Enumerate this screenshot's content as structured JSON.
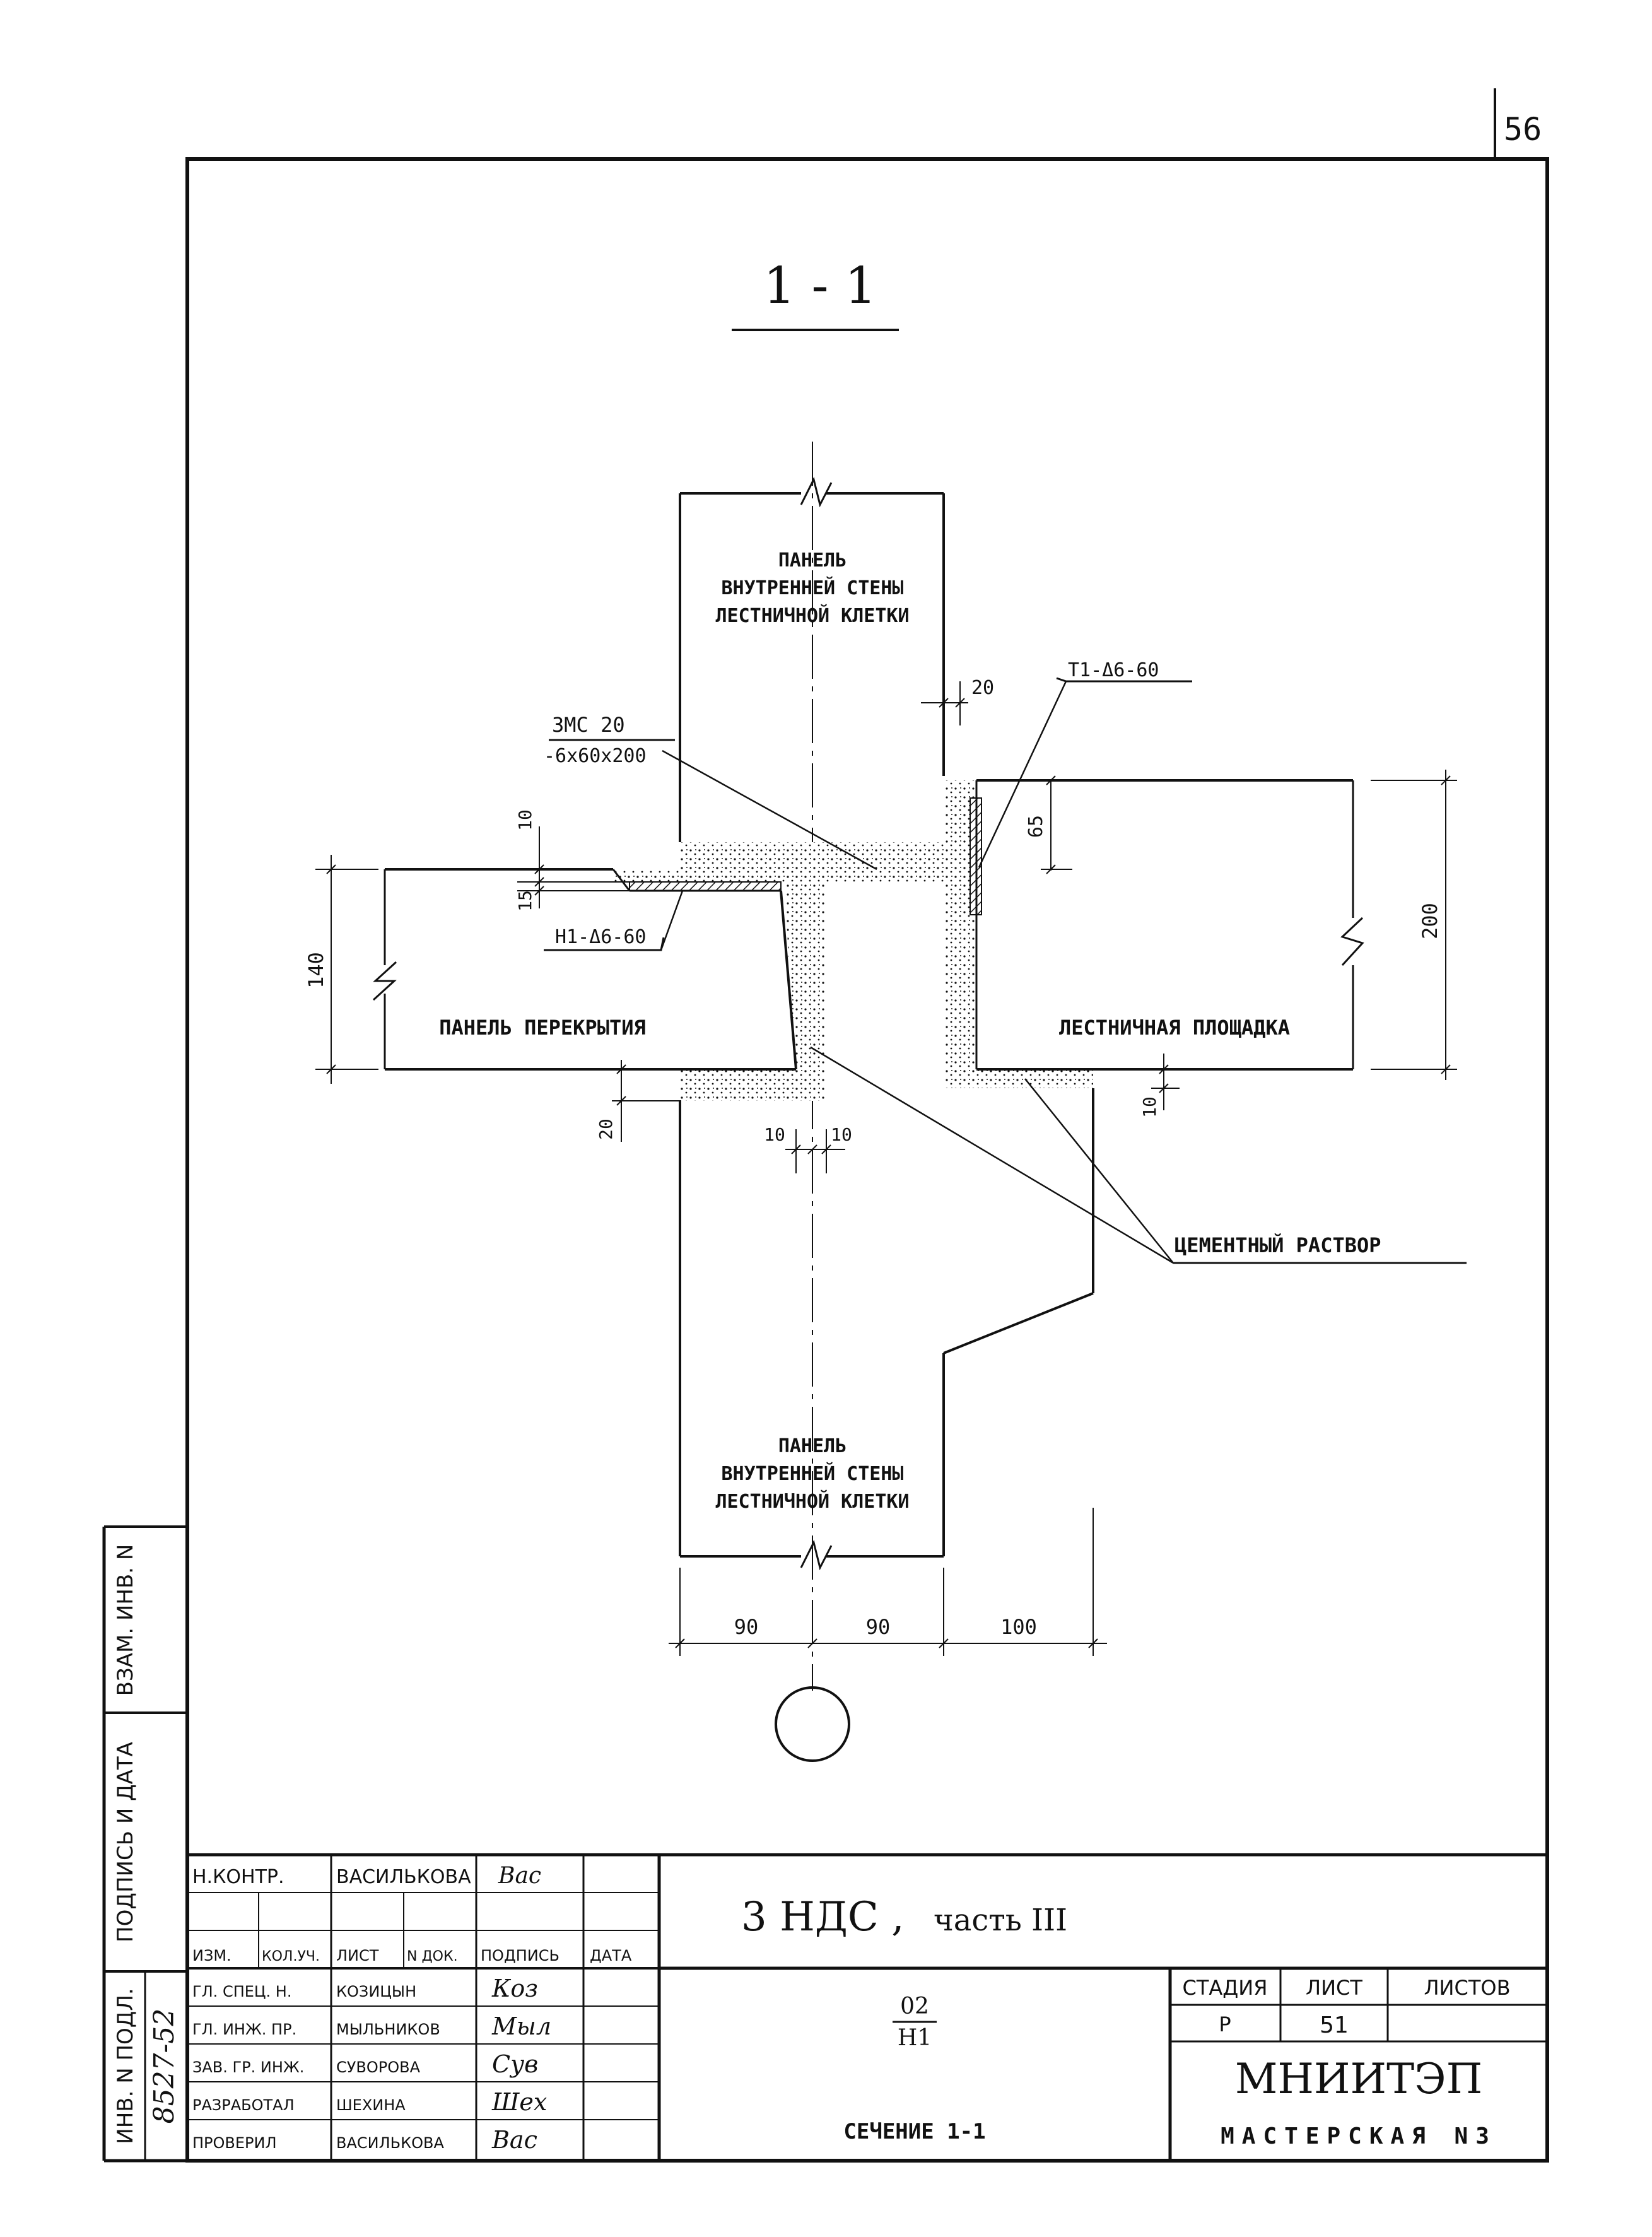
{
  "sheet": {
    "page_number": "56",
    "section_title": "1 - 1"
  },
  "drawing": {
    "upper_panel": [
      "ПАНЕЛЬ",
      "ВНУТРЕННЕЙ СТЕНЫ",
      "ЛЕСТНИЧНОЙ КЛЕТКИ"
    ],
    "lower_panel": [
      "ПАНЕЛЬ",
      "ВНУТРЕННЕЙ СТЕНЫ",
      "ЛЕСТНИЧНОЙ КЛЕТКИ"
    ],
    "floor_panel": "ПАНЕЛЬ ПЕРЕКРЫТИЯ",
    "landing": "ЛЕСТНИЧНАЯ ПЛОЩАДКА",
    "mortar": "ЦЕМЕНТНЫЙ РАСТВОР",
    "embed_plate_top": "ЗМС 20",
    "embed_plate_bottom": "-6х60х200",
    "rebar_t1": "Т1-Δ6-60",
    "rebar_h1": "Н1-Δ6-60",
    "dimensions": {
      "d20_top": "20",
      "d65": "65",
      "d200": "200",
      "d10_left": "10",
      "d15": "15",
      "d140": "140",
      "d20_bottom": "20",
      "d10_a": "10",
      "d10_b": "10",
      "d10_right": "10",
      "d90_a": "90",
      "d90_b": "90",
      "d100": "100"
    }
  },
  "side_stamp": {
    "inv_podl": "ИНВ. N ПОДЛ.",
    "podpis_data": "ПОДПИСЬ И ДАТА",
    "vzam_inv": "ВЗАМ. ИНВ. N",
    "inv_number": "8527-52"
  },
  "title_block": {
    "top_row": {
      "role": "Н.КОНТР.",
      "name": "ВАСИЛЬКОВА",
      "signature": "Вас"
    },
    "headers": [
      "ИЗМ.",
      "КОЛ.УЧ.",
      "ЛИСТ",
      "N ДОК.",
      "ПОДПИСЬ",
      "ДАТА"
    ],
    "staff": [
      {
        "role": "ГЛ. СПЕЦ. Н.",
        "name": "КОЗИЦЫН",
        "signature": "Коз"
      },
      {
        "role": "ГЛ. ИНЖ. ПР.",
        "name": "МЫЛЬНИКОВ",
        "signature": "Мыл"
      },
      {
        "role": "ЗАВ. ГР. ИНЖ.",
        "name": "СУВОРОВА",
        "signature": "Сув"
      },
      {
        "role": "РАЗРАБОТАЛ",
        "name": "ШЕХИНА",
        "signature": "Шех"
      },
      {
        "role": "ПРОВЕРИЛ",
        "name": "ВАСИЛЬКОВА",
        "signature": "Вас"
      }
    ],
    "project": "3 НДС ,",
    "project_part": "часть III",
    "code_top": "02",
    "code_bottom": "Н1",
    "sheet_name": "СЕЧЕНИЕ 1-1",
    "stage_label": "СТАДИЯ",
    "sheet_label": "ЛИСТ",
    "sheets_label": "ЛИСТОВ",
    "stage": "Р",
    "sheet_no": "51",
    "sheets_total": "",
    "org": "МНИИТЭП",
    "workshop": "МАСТЕРСКАЯ N3"
  }
}
